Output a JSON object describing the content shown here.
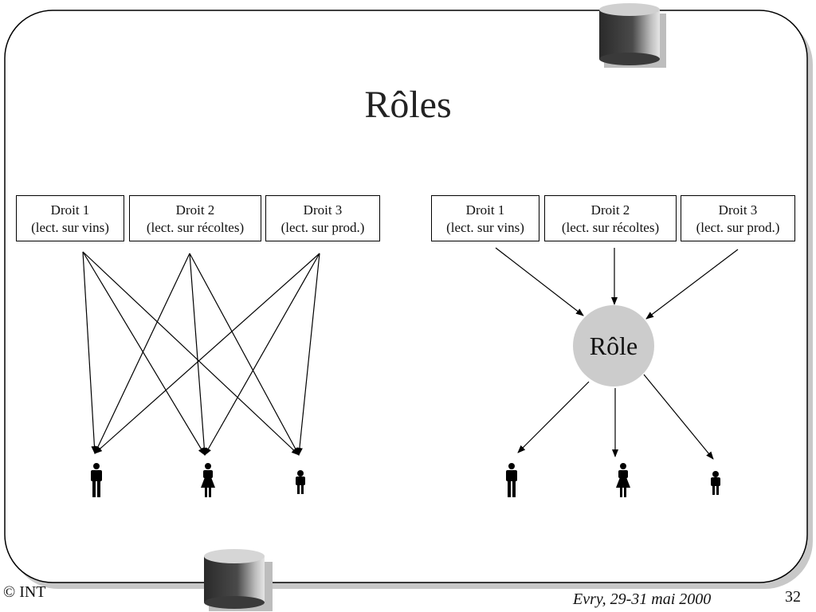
{
  "title": "Rôles",
  "left_rights": [
    {
      "name": "Droit 1",
      "desc": "(lect. sur vins)"
    },
    {
      "name": "Droit 2",
      "desc": "(lect. sur récoltes)"
    },
    {
      "name": "Droit 3",
      "desc": "(lect. sur prod.)"
    }
  ],
  "right_rights": [
    {
      "name": "Droit 1",
      "desc": "(lect. sur vins)"
    },
    {
      "name": "Droit 2",
      "desc": "(lect. sur récoltes)"
    },
    {
      "name": "Droit 3",
      "desc": "(lect. sur prod.)"
    }
  ],
  "role_label": "Rôle",
  "footer": {
    "copyright": "© INT",
    "event": "Evry, 29-31 mai 2000",
    "page_number": "32"
  },
  "colors": {
    "frame": "#000000",
    "role_fill": "#cccccc",
    "cylinder_dark": "#3a3a3a",
    "cylinder_light": "#d8d8d8"
  },
  "icons": [
    "database-cylinder-icon",
    "person-icon"
  ]
}
